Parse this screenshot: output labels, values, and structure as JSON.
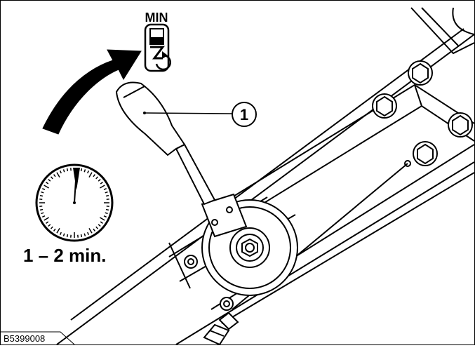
{
  "figure": {
    "min_label": "MIN",
    "callout_number": "1",
    "duration_label": "1 – 2 min.",
    "document_id": "B5399008"
  },
  "icons": {
    "setting_icon": "min-pressure-setting-icon",
    "rotation_arrow": "clockwise-rotation-arrow-icon",
    "timer_icon": "stopwatch-icon"
  },
  "colors": {
    "line": "#000000",
    "background": "#ffffff"
  }
}
